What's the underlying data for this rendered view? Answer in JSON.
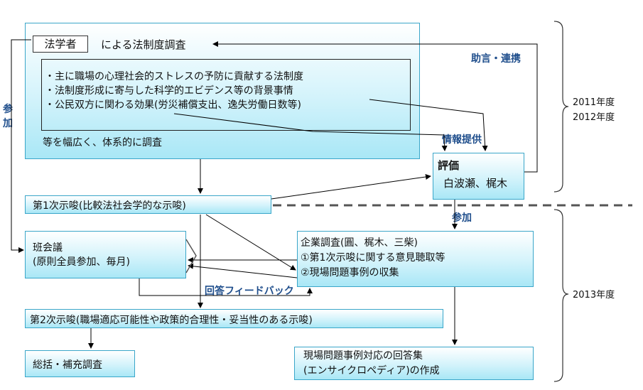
{
  "research_box": {
    "law_scholar": "法学者",
    "title_suffix": "による法制度調査",
    "bullets": [
      "・主に職場の心理社会的ストレスの予防に貢献する法制度",
      "・法制度形成に寄与した科学的エビデンス等の背景事情",
      "・公民双方に関わる効果(労災補償支出、逸失労働日数等)"
    ],
    "footer": "等を幅広く、体系的に調査"
  },
  "evaluation": {
    "label": "評価",
    "names": "白波瀬、梶木"
  },
  "first_suggestion": "第1次示唆(比較法社会学的な示唆)",
  "group_meeting": {
    "line1": "班会議",
    "line2": "(原則全員参加、毎月)"
  },
  "company_survey": {
    "line1": "企業調査(圓、梶木、三柴)",
    "line2": "①第1次示唆に関する意見聴取等",
    "line3": "②現場問題事例の収集"
  },
  "second_suggestion": "第2次示唆(職場適応可能性や政策的合理性・妥当性のある示唆)",
  "summary": "総括・補充調査",
  "answer_collection": {
    "line1": "現場問題事例対応の回答集",
    "line2": "(エンサイクロペディア)の作成"
  },
  "labels": {
    "advice": "助言・連携",
    "info": "情報提供",
    "participate_left": "参加",
    "participate_right": "参加",
    "feedback": "回答フィードバック"
  },
  "years": {
    "y2011": "2011年度",
    "y2012": "2012年度",
    "y2013": "2013年度"
  },
  "colors": {
    "box_border": "#3aa6c9",
    "box_fill": "#a9e7f6",
    "label_blue": "#1f4e8c"
  }
}
